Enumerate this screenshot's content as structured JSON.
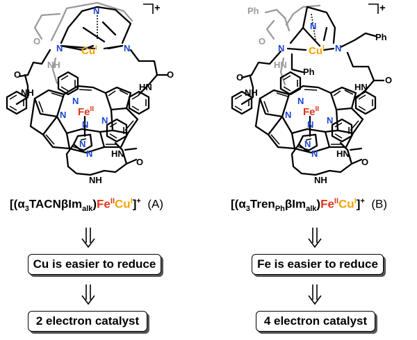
{
  "atoms": {
    "N": "N",
    "O": "O",
    "NH": "NH",
    "HN": "HN",
    "H": "H",
    "Fe": "Fe",
    "Fe_ox": "II",
    "Cu": "Cu",
    "Cu_ox": "I",
    "Ph": "Ph",
    "charge": "+"
  },
  "left": {
    "formula_pre": "[(α",
    "sub1": "3",
    "ligand": "TACNβIm",
    "sub2": "alk",
    "close": ")",
    "fe": "Fe",
    "fe_ox": "II",
    "cu": "Cu",
    "cu_ox": "I",
    "bracket": "]",
    "charge": "+",
    "label": "(A)",
    "box1": "Cu is easier to reduce",
    "box2": "2 electron catalyst"
  },
  "right": {
    "formula_pre": "[(α",
    "sub1": "3",
    "ligand": "Tren",
    "ligand_sub": "Ph",
    "ligand2": "βIm",
    "sub2": "alk",
    "close": ")",
    "fe": "Fe",
    "fe_ox": "II",
    "cu": "Cu",
    "cu_ox": "I",
    "bracket": "]",
    "charge": "+",
    "label": "(B)",
    "box1": "Fe is easier to reduce",
    "box2": "4 electron catalyst"
  },
  "colors": {
    "nitrogen": "#1b45d6",
    "iron": "#e0321b",
    "copper": "#f5a300",
    "backbone_gray": "#9a9a9a"
  }
}
